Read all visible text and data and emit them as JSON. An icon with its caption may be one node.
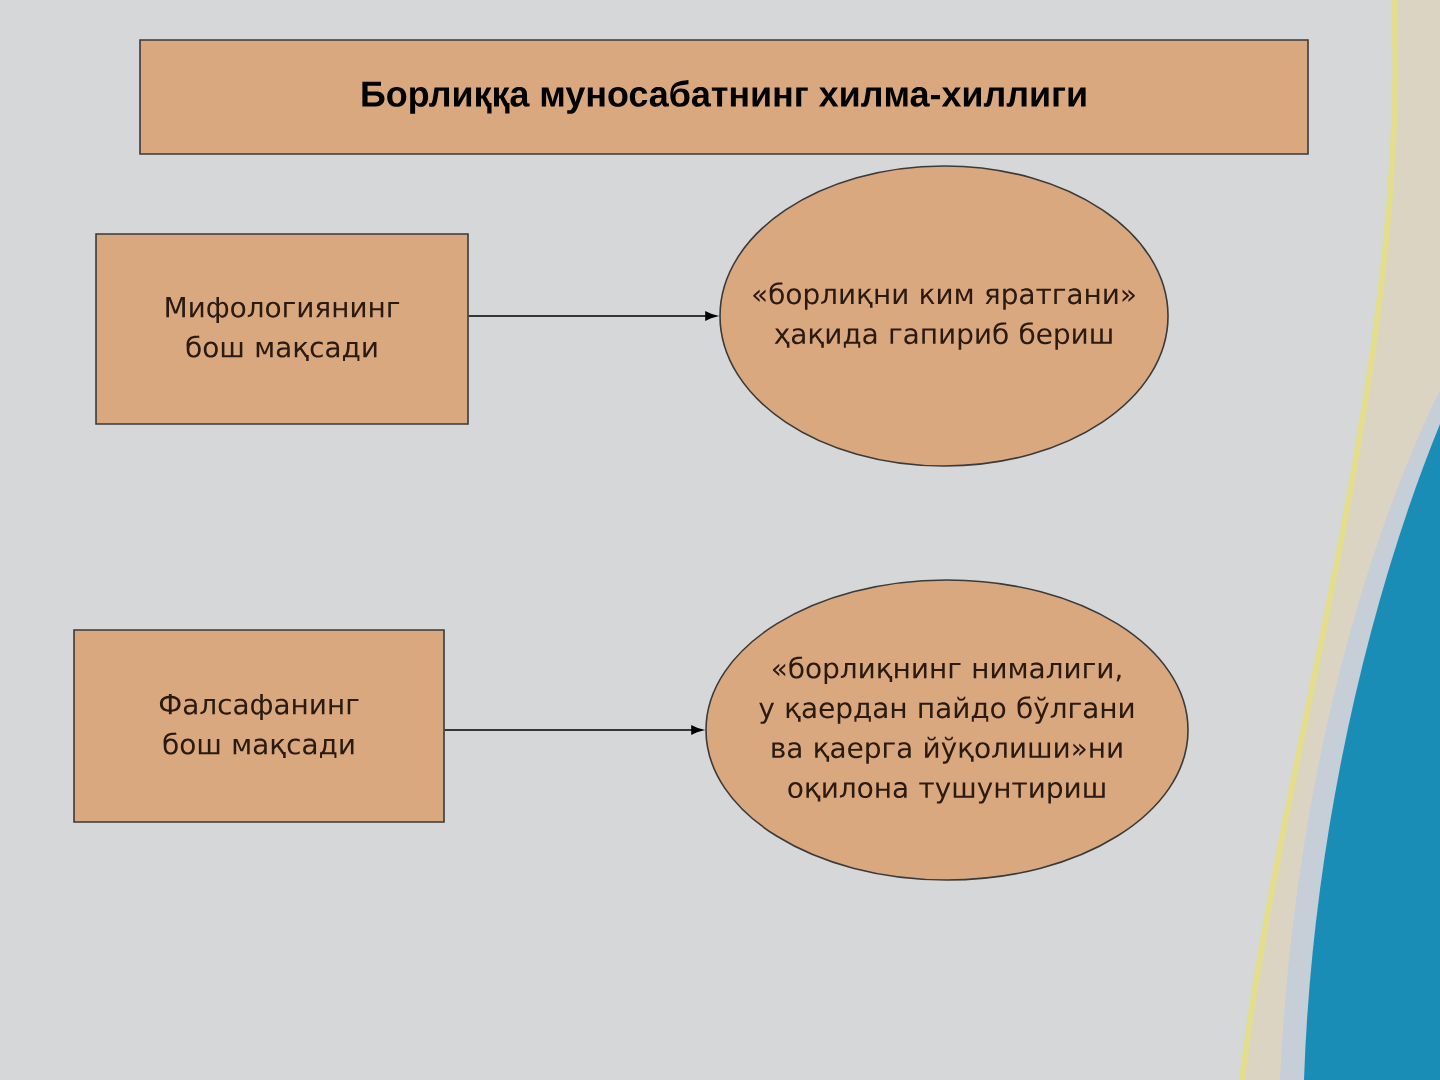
{
  "diagram": {
    "title": "Борлиққа муносабатнинг хилма-хиллиги",
    "nodes": [
      {
        "text": [
          "Мифологиянинг бош мақсади"
        ]
      },
      {
        "text": [
          "«борлиқни ким яратгани» ҳақида гапириб бериш"
        ]
      },
      {
        "text": [
          "Фалсафанинг бош мақсади"
        ]
      },
      {
        "text": [
          "«борлиқнинг нималиги, у қаердан пайдо бўлгани ва қаерга йўқолиши»ни оқилона тушунтириш"
        ]
      }
    ],
    "edges": [
      {
        "from": 0,
        "to": 1,
        "arrow": "to"
      },
      {
        "from": 2,
        "to": 3,
        "arrow": "to"
      }
    ]
  }
}
